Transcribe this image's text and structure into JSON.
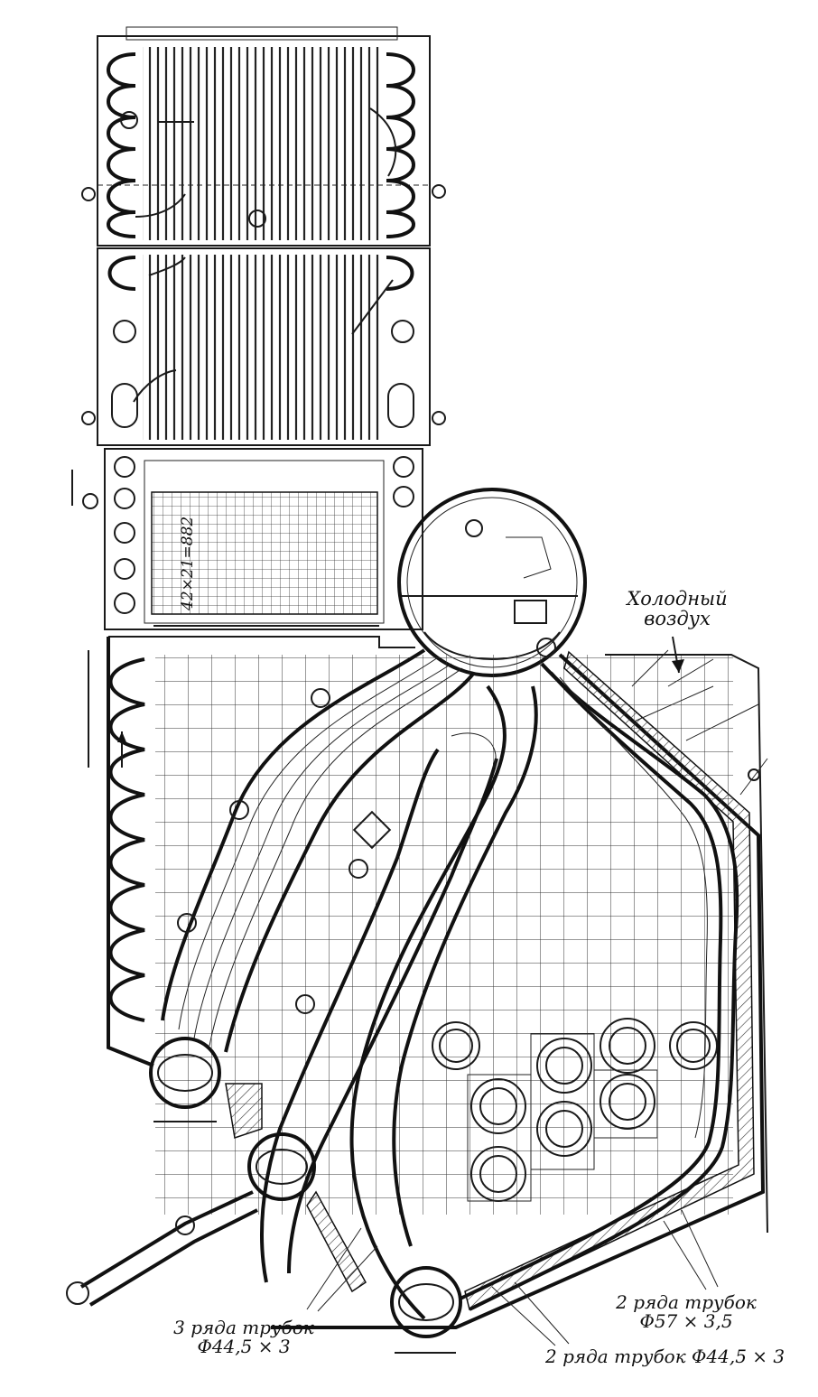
{
  "labels": {
    "cold_air_line1": "Холодный",
    "cold_air_line2": "воздух",
    "grid_dimension": "42×21=882",
    "left_tubes_line1": "3 ряда трубок",
    "left_tubes_line2": "Φ44,5 × 3",
    "right_tubes_a_line1": "2 ряда трубок",
    "right_tubes_a_line2": "Φ57 × 3,5",
    "right_tubes_b": "2 ряда трубок Φ44,5 × 3"
  },
  "colors": {
    "ink": "#111111",
    "paper": "#ffffff"
  }
}
